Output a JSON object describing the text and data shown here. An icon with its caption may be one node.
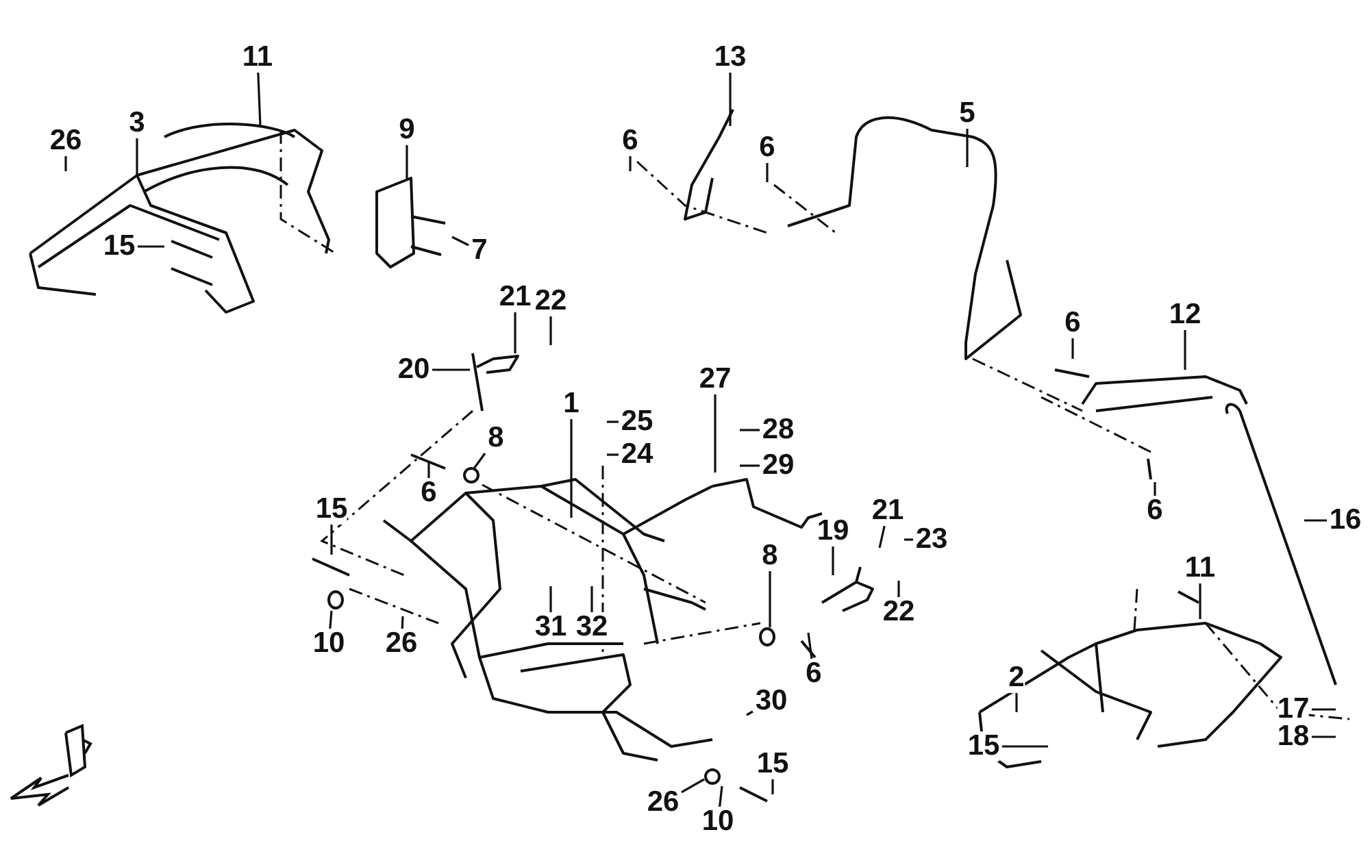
{
  "diagram": {
    "nodes": [
      {
        "text": [
          "11"
        ]
      },
      {
        "text": [
          "13"
        ]
      },
      {
        "text": [
          "5"
        ]
      },
      {
        "text": [
          "26"
        ]
      },
      {
        "text": [
          "3"
        ]
      },
      {
        "text": [
          "6"
        ]
      },
      {
        "text": [
          "6"
        ]
      },
      {
        "text": [
          "9"
        ]
      },
      {
        "text": [
          "15"
        ]
      },
      {
        "text": [
          "7"
        ]
      },
      {
        "text": [
          "12"
        ]
      },
      {
        "text": [
          "21"
        ]
      },
      {
        "text": [
          "22"
        ]
      },
      {
        "text": [
          "6"
        ]
      },
      {
        "text": [
          "20"
        ]
      },
      {
        "text": [
          "27"
        ]
      },
      {
        "text": [
          "1"
        ]
      },
      {
        "text": [
          "25"
        ]
      },
      {
        "text": [
          "24"
        ]
      },
      {
        "text": [
          "28"
        ]
      },
      {
        "text": [
          "29"
        ]
      },
      {
        "text": [
          "8"
        ]
      },
      {
        "text": [
          "6"
        ]
      },
      {
        "text": [
          "16"
        ]
      },
      {
        "text": [
          "6"
        ]
      },
      {
        "text": [
          "11"
        ]
      },
      {
        "text": [
          "15"
        ]
      },
      {
        "text": [
          "19"
        ]
      },
      {
        "text": [
          "21"
        ]
      },
      {
        "text": [
          "23"
        ]
      },
      {
        "text": [
          "8"
        ]
      },
      {
        "text": [
          "31"
        ]
      },
      {
        "text": [
          "32"
        ]
      },
      {
        "text": [
          "22"
        ]
      },
      {
        "text": [
          "10"
        ]
      },
      {
        "text": [
          "26"
        ]
      },
      {
        "text": [
          "6"
        ]
      },
      {
        "text": [
          "2"
        ]
      },
      {
        "text": [
          "30"
        ]
      },
      {
        "text": [
          "15"
        ]
      },
      {
        "text": [
          "17"
        ]
      },
      {
        "text": [
          "18"
        ]
      },
      {
        "text": [
          "15"
        ]
      },
      {
        "text": [
          "26"
        ]
      },
      {
        "text": [
          "10"
        ]
      }
    ],
    "edges": [
      {
        "from": 0,
        "to": null,
        "arrow": "none"
      },
      {
        "from": 1,
        "to": null,
        "arrow": "none"
      },
      {
        "from": 2,
        "to": null,
        "arrow": "none"
      },
      {
        "from": 3,
        "to": null,
        "arrow": "none"
      },
      {
        "from": 4,
        "to": null,
        "arrow": "none"
      },
      {
        "from": 5,
        "to": null,
        "arrow": "none"
      },
      {
        "from": 6,
        "to": null,
        "arrow": "none"
      },
      {
        "from": 7,
        "to": null,
        "arrow": "none"
      },
      {
        "from": 8,
        "to": null,
        "arrow": "none"
      },
      {
        "from": 9,
        "to": null,
        "arrow": "none"
      },
      {
        "from": 10,
        "to": null,
        "arrow": "none"
      },
      {
        "from": 11,
        "to": null,
        "arrow": "none"
      },
      {
        "from": 12,
        "to": null,
        "arrow": "none"
      },
      {
        "from": 13,
        "to": null,
        "arrow": "none"
      },
      {
        "from": 14,
        "to": null,
        "arrow": "none"
      },
      {
        "from": 15,
        "to": null,
        "arrow": "none"
      },
      {
        "from": 16,
        "to": null,
        "arrow": "none"
      },
      {
        "from": 17,
        "to": null,
        "arrow": "none"
      },
      {
        "from": 18,
        "to": null,
        "arrow": "none"
      },
      {
        "from": 19,
        "to": null,
        "arrow": "none"
      },
      {
        "from": 20,
        "to": null,
        "arrow": "none"
      },
      {
        "from": 21,
        "to": null,
        "arrow": "none"
      },
      {
        "from": 22,
        "to": null,
        "arrow": "none"
      },
      {
        "from": 23,
        "to": null,
        "arrow": "none"
      },
      {
        "from": 24,
        "to": null,
        "arrow": "none"
      },
      {
        "from": 25,
        "to": null,
        "arrow": "none"
      },
      {
        "from": 26,
        "to": null,
        "arrow": "none"
      },
      {
        "from": 27,
        "to": null,
        "arrow": "none"
      },
      {
        "from": 28,
        "to": null,
        "arrow": "none"
      },
      {
        "from": 29,
        "to": null,
        "arrow": "none"
      },
      {
        "from": 30,
        "to": null,
        "arrow": "none"
      },
      {
        "from": 31,
        "to": null,
        "arrow": "none"
      },
      {
        "from": 32,
        "to": null,
        "arrow": "none"
      },
      {
        "from": 33,
        "to": null,
        "arrow": "none"
      },
      {
        "from": 34,
        "to": null,
        "arrow": "none"
      },
      {
        "from": 35,
        "to": null,
        "arrow": "none"
      },
      {
        "from": 36,
        "to": null,
        "arrow": "none"
      },
      {
        "from": 37,
        "to": null,
        "arrow": "none"
      },
      {
        "from": 38,
        "to": null,
        "arrow": "none"
      },
      {
        "from": 39,
        "to": null,
        "arrow": "none"
      },
      {
        "from": 40,
        "to": null,
        "arrow": "none"
      },
      {
        "from": 41,
        "to": null,
        "arrow": "none"
      },
      {
        "from": 42,
        "to": null,
        "arrow": "none"
      },
      {
        "from": 43,
        "to": null,
        "arrow": "none"
      },
      {
        "from": 44,
        "to": null,
        "arrow": "none"
      }
    ]
  }
}
